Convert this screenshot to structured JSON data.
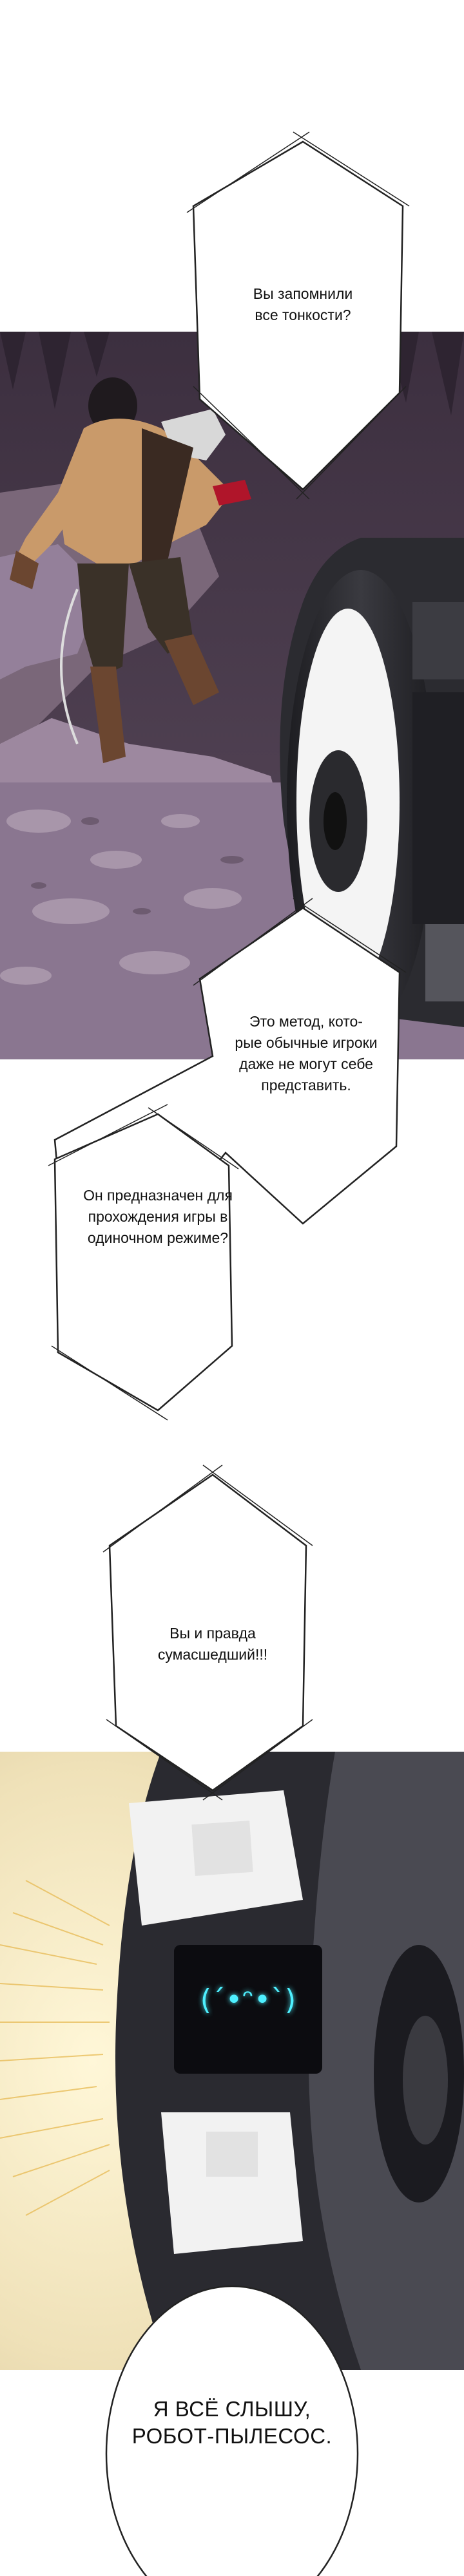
{
  "bubbles": {
    "b1": {
      "lines": [
        "Вы запомнили",
        "все тонкости?"
      ]
    },
    "b2": {
      "lines": [
        "Это метод, кото-",
        "рые обычные игроки",
        "даже не могут себе",
        "представить."
      ]
    },
    "b3": {
      "lines": [
        "Он предназначен для",
        "прохождения игры в",
        "одиночном режиме?"
      ]
    },
    "b4": {
      "lines": [
        "Вы и правда",
        "сумасшедший!!!"
      ]
    },
    "b5": {
      "lines": [
        "Я ВСЁ СЛЫШУ,",
        "РОБОТ-ПЫЛЕСОС."
      ]
    }
  },
  "robot_face": "(ˊ•ᵔ•ˋ)",
  "colors": {
    "cave_bg": "#4a3a4c",
    "rock": "#8f7b90",
    "robot_dark": "#2a2a2e",
    "robot_face_glow": "#4ef0ff",
    "glow_bg": "#f3e9c8"
  }
}
